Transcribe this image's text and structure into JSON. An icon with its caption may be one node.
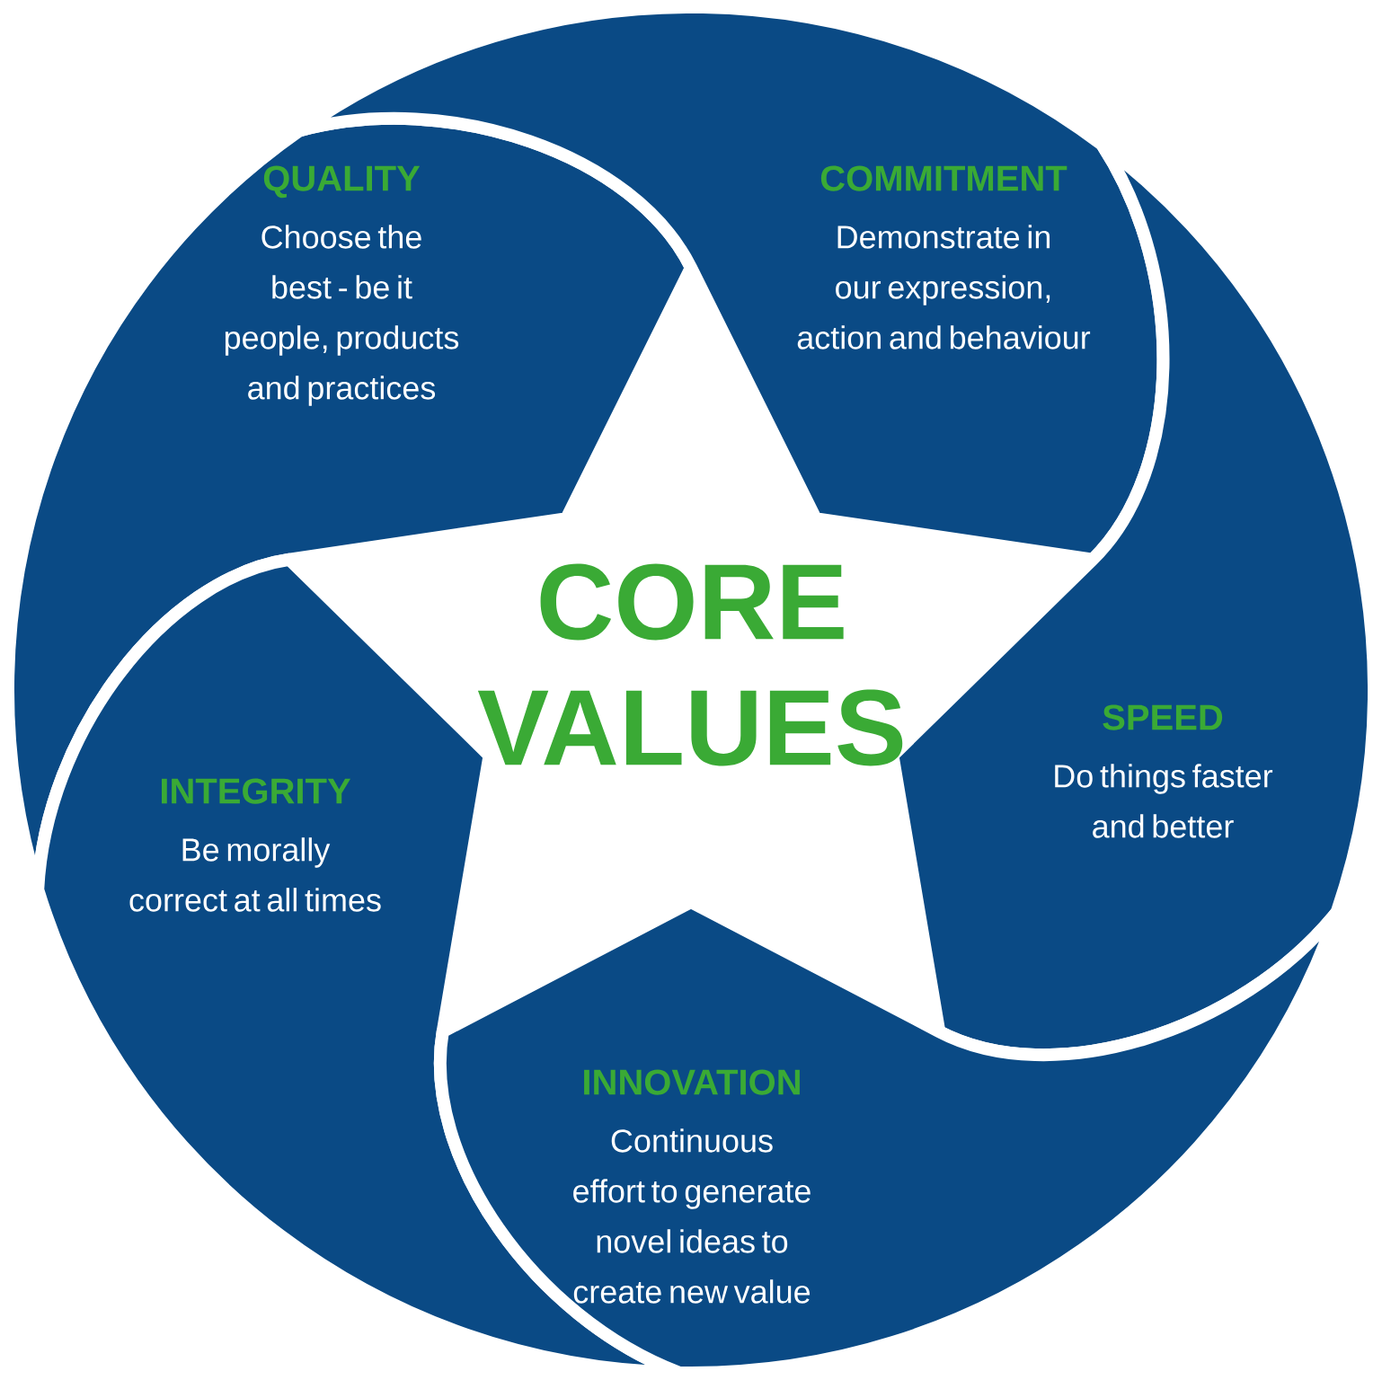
{
  "diagram": {
    "nodes": [
      {
        "text": [
          "QUALITY",
          "Choose the best - be it people, products and practices"
        ]
      },
      {
        "text": [
          "COMMITMENT",
          "Demonstrate in our expression, action and behaviour"
        ]
      },
      {
        "text": [
          "CORE VALUES"
        ]
      },
      {
        "text": [
          "SPEED",
          "Do things faster and better"
        ]
      },
      {
        "text": [
          "INTEGRITY",
          "Be morally correct at all times"
        ]
      },
      {
        "text": [
          "INNOVATION",
          "Continuous effort to generate novel ideas to create new value"
        ]
      }
    ],
    "edges": []
  }
}
